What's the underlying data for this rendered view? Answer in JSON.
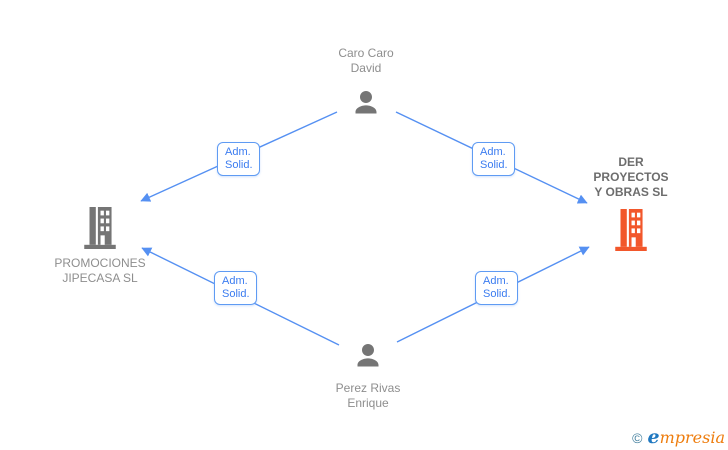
{
  "diagram": {
    "nodes": {
      "top_person": {
        "type": "person",
        "lines": [
          "Caro Caro",
          "David"
        ]
      },
      "left_company": {
        "type": "company",
        "lines": [
          "PROMOCIONES",
          "JIPECASA SL"
        ]
      },
      "right_company": {
        "type": "company",
        "highlighted": true,
        "lines": [
          "DER",
          "PROYECTOS",
          "Y OBRAS SL"
        ]
      },
      "bottom_person": {
        "type": "person",
        "lines": [
          "Perez Rivas",
          "Enrique"
        ]
      }
    },
    "edges": [
      {
        "from": "Caro Caro David",
        "to": "PROMOCIONES JIPECASA SL",
        "label": "Adm. Solid.",
        "label_lines": [
          "Adm.",
          "Solid."
        ]
      },
      {
        "from": "Caro Caro David",
        "to": "DER PROYECTOS Y OBRAS SL",
        "label": "Adm. Solid.",
        "label_lines": [
          "Adm.",
          "Solid."
        ]
      },
      {
        "from": "Perez Rivas Enrique",
        "to": "PROMOCIONES JIPECASA SL",
        "label": "Adm. Solid.",
        "label_lines": [
          "Adm.",
          "Solid."
        ]
      },
      {
        "from": "Perez Rivas Enrique",
        "to": "DER PROYECTOS Y OBRAS SL",
        "label": "Adm. Solid.",
        "label_lines": [
          "Adm.",
          "Solid."
        ]
      }
    ],
    "colors": {
      "arrow_blue": "#5590f2",
      "label_border_blue": "#5f9bf3",
      "label_text_blue": "#3b7cf0",
      "icon_gray": "#757575",
      "icon_orange": "#f2572b",
      "text_gray": "#8e8e8e",
      "text_dark_gray": "#6d6d6d"
    }
  },
  "footer": {
    "copyright": "©",
    "brand_first": "e",
    "brand_rest": "mpresia"
  }
}
